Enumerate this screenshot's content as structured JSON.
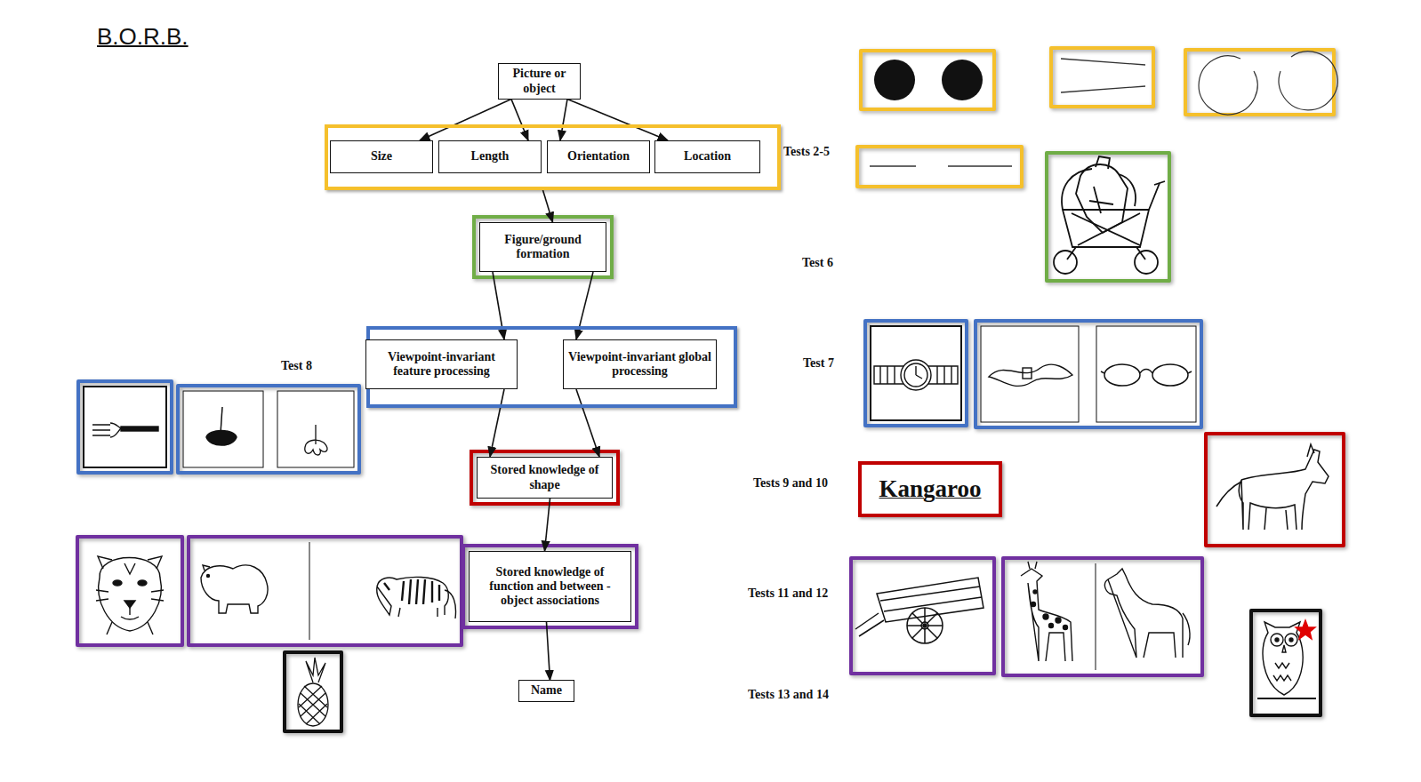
{
  "diagram": {
    "title": "B.O.R.B.",
    "nodes": [
      {
        "text": [
          "Picture or object"
        ]
      },
      {
        "text": []
      },
      {
        "text": [
          "Size"
        ],
        "in": 1
      },
      {
        "text": [
          "Length"
        ],
        "in": 1
      },
      {
        "text": [
          "Orientation"
        ],
        "in": 1
      },
      {
        "text": [
          "Location"
        ],
        "in": 1
      },
      {
        "text": [
          "Figure/ground formation"
        ]
      },
      {
        "text": []
      },
      {
        "text": [
          "Viewpoint-invariant feature processing"
        ],
        "in": 7
      },
      {
        "text": [
          "Viewpoint-invariant global processing"
        ],
        "in": 7
      },
      {
        "text": [
          "Stored knowledge of shape"
        ]
      },
      {
        "text": [
          "Stored knowledge of function and between -object associations"
        ]
      },
      {
        "text": [
          "Name"
        ]
      },
      {
        "text": [
          "Kangaroo"
        ]
      }
    ],
    "edges": [
      {
        "from": 0,
        "to": 2,
        "arrow": "to"
      },
      {
        "from": 0,
        "to": 3,
        "arrow": "to"
      },
      {
        "from": 0,
        "to": 4,
        "arrow": "to"
      },
      {
        "from": 0,
        "to": 5,
        "arrow": "to"
      },
      {
        "from": 1,
        "to": 6,
        "arrow": "to"
      },
      {
        "from": 6,
        "to": 8,
        "arrow": "to"
      },
      {
        "from": 6,
        "to": 9,
        "arrow": "to"
      },
      {
        "from": 8,
        "to": 10,
        "arrow": "to"
      },
      {
        "from": 9,
        "to": 10,
        "arrow": "to"
      },
      {
        "from": 10,
        "to": 11,
        "arrow": "to"
      },
      {
        "from": 11,
        "to": 12,
        "arrow": "to"
      }
    ],
    "labels": [
      "Tests 2-5",
      "Test 6",
      "Test 7",
      "Test 8",
      "Tests 9 and 10",
      "Tests 11 and 12",
      "Tests 13 and 14"
    ]
  }
}
